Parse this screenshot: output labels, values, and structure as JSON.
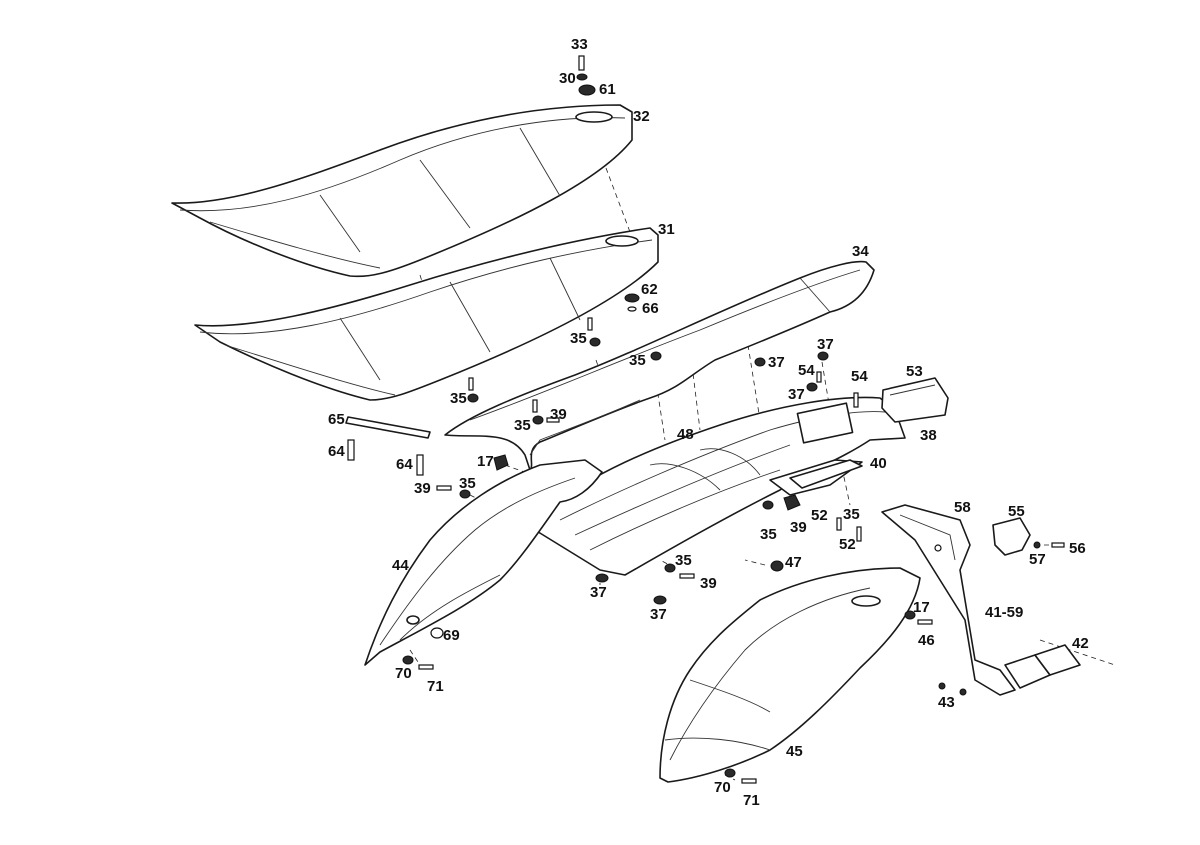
{
  "callouts": [
    "33",
    "30",
    "61",
    "32",
    "31",
    "34",
    "62",
    "66",
    "35",
    "35",
    "37",
    "37",
    "54",
    "54",
    "53",
    "37",
    "35",
    "65",
    "35",
    "39",
    "38",
    "48",
    "64",
    "64",
    "17",
    "40",
    "39",
    "35",
    "35",
    "52",
    "39",
    "35",
    "58",
    "55",
    "44",
    "52",
    "56",
    "57",
    "35",
    "47",
    "39",
    "37",
    "37",
    "17",
    "46",
    "41-59",
    "42",
    "69",
    "70",
    "71",
    "43",
    "45",
    "70",
    "71"
  ]
}
